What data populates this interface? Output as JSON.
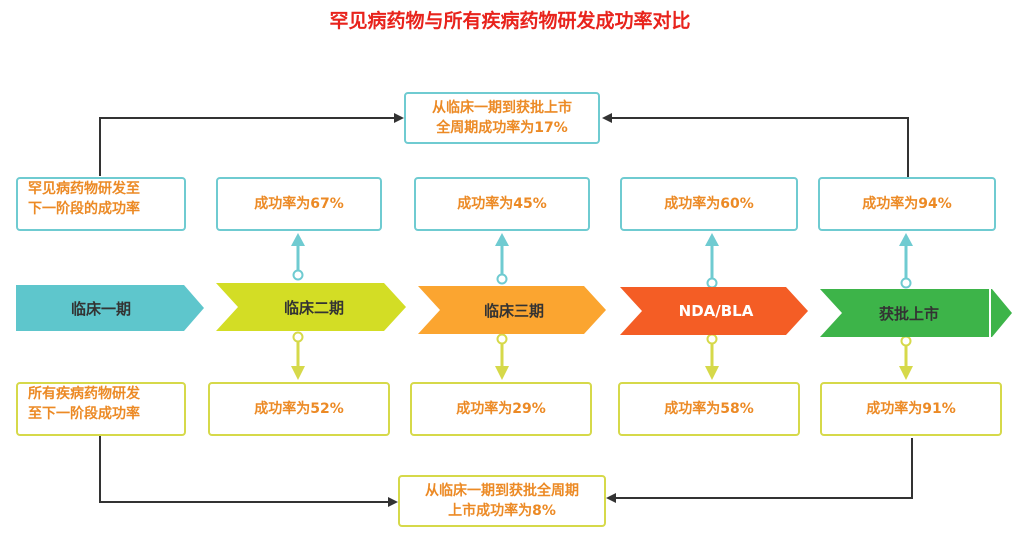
{
  "title": "罕见病药物与所有疾病药物研发成功率对比",
  "top_summary": [
    "从临床一期到获批上市",
    "全周期成功率为17%"
  ],
  "bottom_summary": [
    "从临床一期到获批全周期",
    "上市成功率为8%"
  ],
  "rare_label": [
    "罕见病药物研发至",
    "下一阶段的成功率"
  ],
  "all_label": [
    "所有疾病药物研发",
    "至下一阶段成功率"
  ],
  "stages": [
    {
      "name": "临床一期",
      "color": "#5ec6cc"
    },
    {
      "name": "临床二期",
      "color": "#d3dd25"
    },
    {
      "name": "临床三期",
      "color": "#fba530"
    },
    {
      "name": "NDA/BLA",
      "color": "#f45d25"
    },
    {
      "name": "获批上市",
      "color": "#3db449"
    }
  ],
  "rare_rates": [
    "成功率为67%",
    "成功率为45%",
    "成功率为60%",
    "成功率为94%"
  ],
  "all_rates": [
    "成功率为52%",
    "成功率为29%",
    "成功率为58%",
    "成功率为91%"
  ],
  "colors": {
    "title": "#e8231c",
    "text": "#ec8a25",
    "teal": "#6fcbd1",
    "yellow": "#d6d94a"
  }
}
